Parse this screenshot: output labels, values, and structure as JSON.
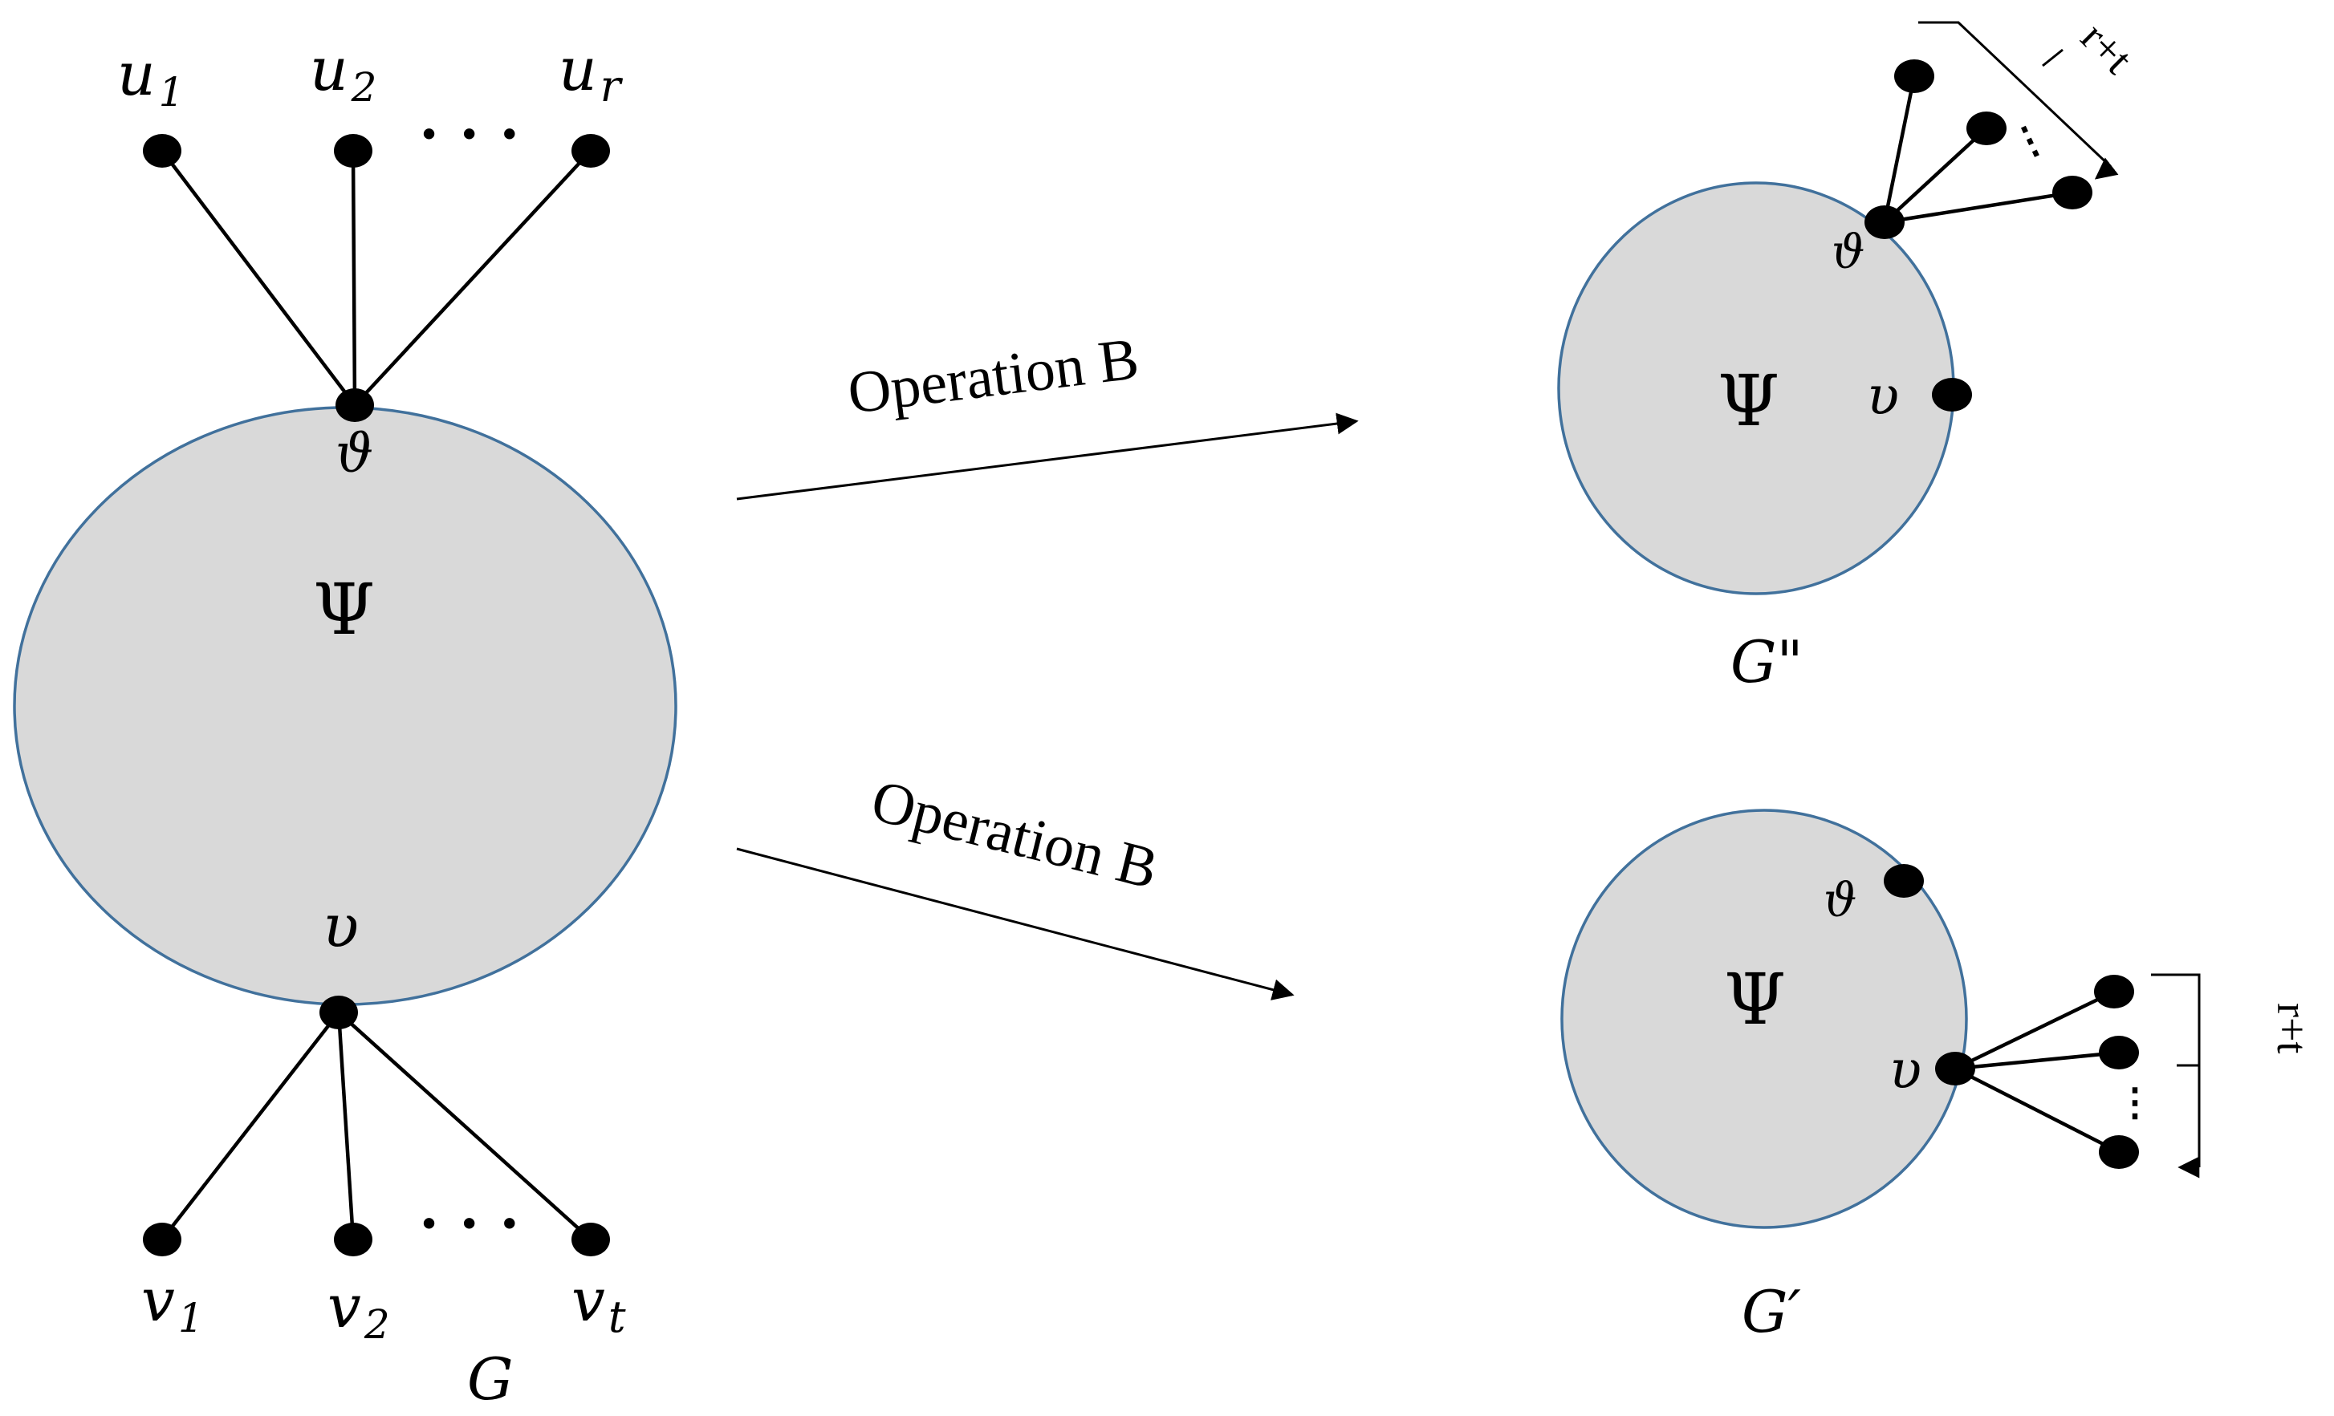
{
  "left_graph": {
    "caption": "G",
    "core": "Ψ",
    "top_vertex": "ϑ",
    "bottom_vertex": "υ",
    "top_leaves": [
      {
        "base": "u",
        "sub": "1"
      },
      {
        "base": "u",
        "sub": "2"
      },
      {
        "base": "u",
        "sub": "r"
      }
    ],
    "bottom_leaves": [
      {
        "base": "v",
        "sub": "1"
      },
      {
        "base": "v",
        "sub": "2"
      },
      {
        "base": "v",
        "sub": "t"
      }
    ],
    "ellipsis": "· · ·"
  },
  "arrows": {
    "top_label": "Operation B",
    "bottom_label": "Operation B"
  },
  "top_right_graph": {
    "caption": "G\"",
    "core": "Ψ",
    "hub_vertex": "ϑ",
    "other_vertex": "υ",
    "pendant_count": "r+t",
    "ellipsis": "⋮"
  },
  "bottom_right_graph": {
    "caption": "G′",
    "core": "Ψ",
    "hub_vertex": "υ",
    "other_vertex": "ϑ",
    "pendant_count": "r+t",
    "ellipsis": "⋮"
  }
}
